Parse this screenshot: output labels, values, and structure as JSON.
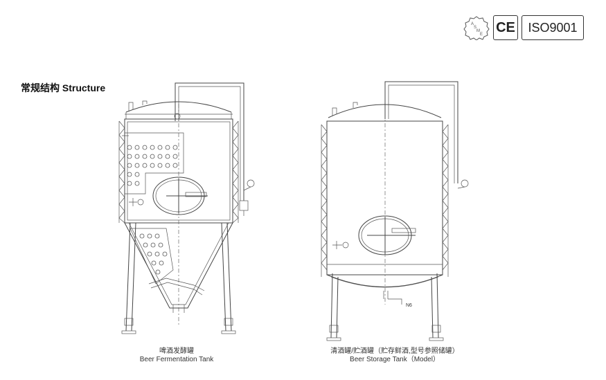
{
  "certifications": {
    "asme": "ASME",
    "asme_letters": [
      "A",
      "S",
      "M",
      "E"
    ],
    "ce": "CE",
    "iso": "ISO9001"
  },
  "section": {
    "title_cn": "常规结构",
    "title_en": "Structure"
  },
  "tanks": [
    {
      "caption_cn": "啤酒发酵罐",
      "caption_en": "Beer Fermentation Tank"
    },
    {
      "caption_cn": "清酒罐/贮酒罐（贮存鲜酒,型号参照储罐）",
      "caption_en": "Beer Storage Tank（Model）",
      "label_n6": "N6"
    }
  ]
}
